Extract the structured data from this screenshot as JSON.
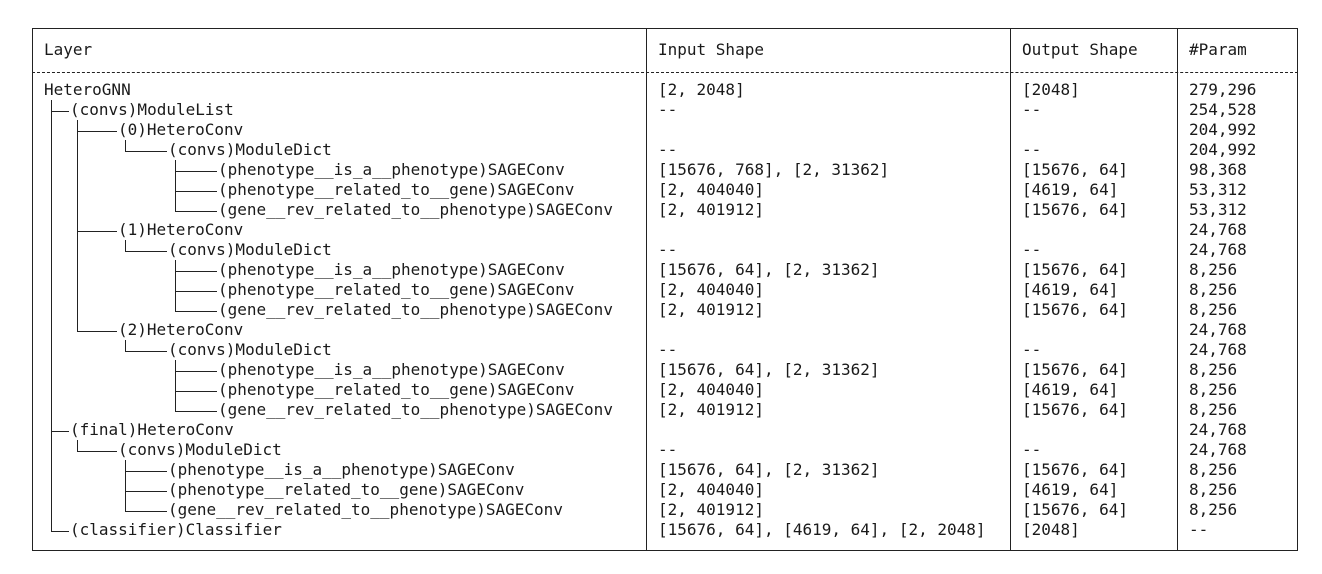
{
  "headers": {
    "layer": "Layer",
    "input": "Input Shape",
    "output": "Output Shape",
    "param": "#Param"
  },
  "rows": [
    {
      "depth": 0,
      "layer": "HeteroGNN",
      "input": "[2, 2048]",
      "output": "[2048]",
      "param": "279,296"
    },
    {
      "depth": 1,
      "layer": "(convs)ModuleList",
      "input": "--",
      "output": "--",
      "param": "254,528"
    },
    {
      "depth": 2,
      "layer": "(0)HeteroConv",
      "input": "",
      "output": "",
      "param": "204,992"
    },
    {
      "depth": 3,
      "layer": "(convs)ModuleDict",
      "input": "--",
      "output": "--",
      "param": "204,992"
    },
    {
      "depth": 4,
      "layer": "(phenotype__is_a__phenotype)SAGEConv",
      "input": "[15676, 768], [2, 31362]",
      "output": "[15676, 64]",
      "param": "98,368"
    },
    {
      "depth": 4,
      "layer": "(phenotype__related_to__gene)SAGEConv",
      "input": "[2, 404040]",
      "output": "[4619, 64]",
      "param": "53,312"
    },
    {
      "depth": 4,
      "layer": "(gene__rev_related_to__phenotype)SAGEConv",
      "input": "[2, 401912]",
      "output": "[15676, 64]",
      "param": "53,312"
    },
    {
      "depth": 2,
      "layer": "(1)HeteroConv",
      "input": "",
      "output": "",
      "param": "24,768"
    },
    {
      "depth": 3,
      "layer": "(convs)ModuleDict",
      "input": "--",
      "output": "--",
      "param": "24,768"
    },
    {
      "depth": 4,
      "layer": "(phenotype__is_a__phenotype)SAGEConv",
      "input": "[15676, 64], [2, 31362]",
      "output": "[15676, 64]",
      "param": "8,256"
    },
    {
      "depth": 4,
      "layer": "(phenotype__related_to__gene)SAGEConv",
      "input": "[2, 404040]",
      "output": "[4619, 64]",
      "param": "8,256"
    },
    {
      "depth": 4,
      "layer": "(gene__rev_related_to__phenotype)SAGEConv",
      "input": "[2, 401912]",
      "output": "[15676, 64]",
      "param": "8,256"
    },
    {
      "depth": 2,
      "layer": "(2)HeteroConv",
      "input": "",
      "output": "",
      "param": "24,768"
    },
    {
      "depth": 3,
      "layer": "(convs)ModuleDict",
      "input": "--",
      "output": "--",
      "param": "24,768"
    },
    {
      "depth": 4,
      "layer": "(phenotype__is_a__phenotype)SAGEConv",
      "input": "[15676, 64], [2, 31362]",
      "output": "[15676, 64]",
      "param": "8,256"
    },
    {
      "depth": 4,
      "layer": "(phenotype__related_to__gene)SAGEConv",
      "input": "[2, 404040]",
      "output": "[4619, 64]",
      "param": "8,256"
    },
    {
      "depth": 4,
      "layer": "(gene__rev_related_to__phenotype)SAGEConv",
      "input": "[2, 401912]",
      "output": "[15676, 64]",
      "param": "8,256"
    },
    {
      "depth": 1,
      "layer": "(final)HeteroConv",
      "input": "",
      "output": "",
      "param": "24,768"
    },
    {
      "depth": 2,
      "layer": "(convs)ModuleDict",
      "input": "--",
      "output": "--",
      "param": "24,768"
    },
    {
      "depth": 3,
      "layer": "(phenotype__is_a__phenotype)SAGEConv",
      "input": "[15676, 64], [2, 31362]",
      "output": "[15676, 64]",
      "param": "8,256"
    },
    {
      "depth": 3,
      "layer": "(phenotype__related_to__gene)SAGEConv",
      "input": "[2, 404040]",
      "output": "[4619, 64]",
      "param": "8,256"
    },
    {
      "depth": 3,
      "layer": "(gene__rev_related_to__phenotype)SAGEConv",
      "input": "[2, 401912]",
      "output": "[15676, 64]",
      "param": "8,256"
    },
    {
      "depth": 1,
      "layer": "(classifier)Classifier",
      "input": "[15676, 64], [4619, 64], [2, 2048]",
      "output": "[2048]",
      "param": "--"
    }
  ]
}
